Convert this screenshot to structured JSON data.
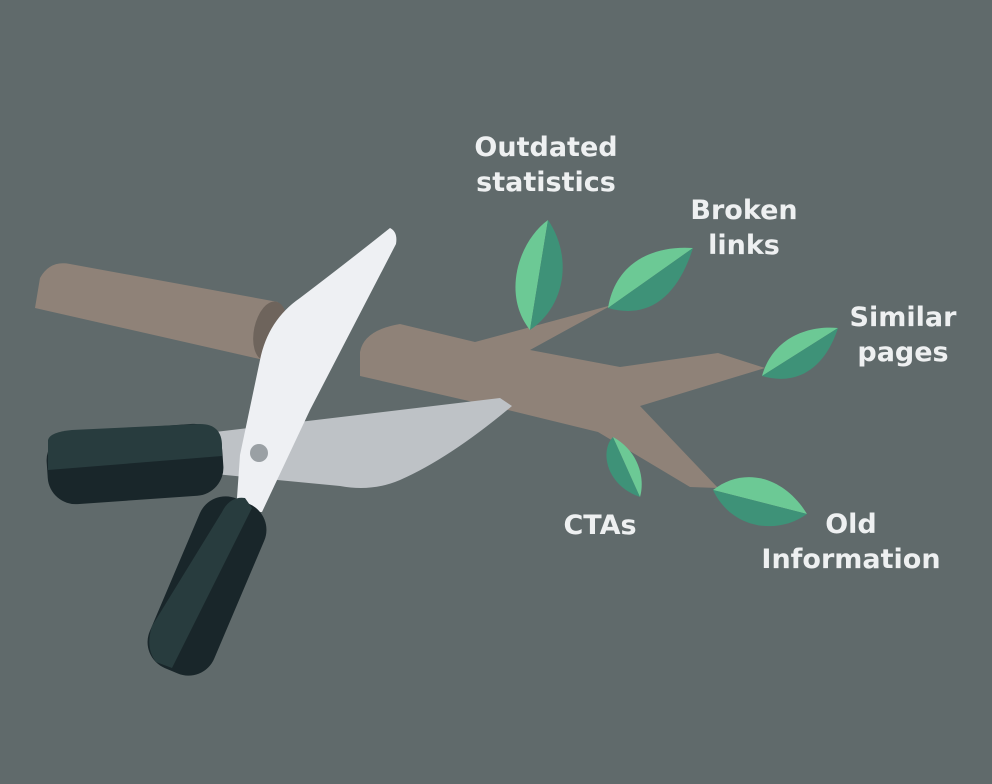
{
  "labels": {
    "outdated_statistics": [
      "Outdated",
      "statistics"
    ],
    "broken_links": [
      "Broken",
      "links"
    ],
    "similar_pages": [
      "Similar",
      "pages"
    ],
    "ctas": [
      "CTAs"
    ],
    "old_information": [
      "Old",
      "Information"
    ]
  },
  "colors": {
    "background": "#606a6b",
    "branch": "#8f8278",
    "branch_cut": "#6e645c",
    "leaf_light": "#6cc995",
    "leaf_dark": "#3e9278",
    "blade_light": "#eef0f3",
    "blade_grey": "#bec2c6",
    "handle_dark": "#19262a",
    "handle_light": "#283c3e",
    "label": "#eef0f1"
  }
}
